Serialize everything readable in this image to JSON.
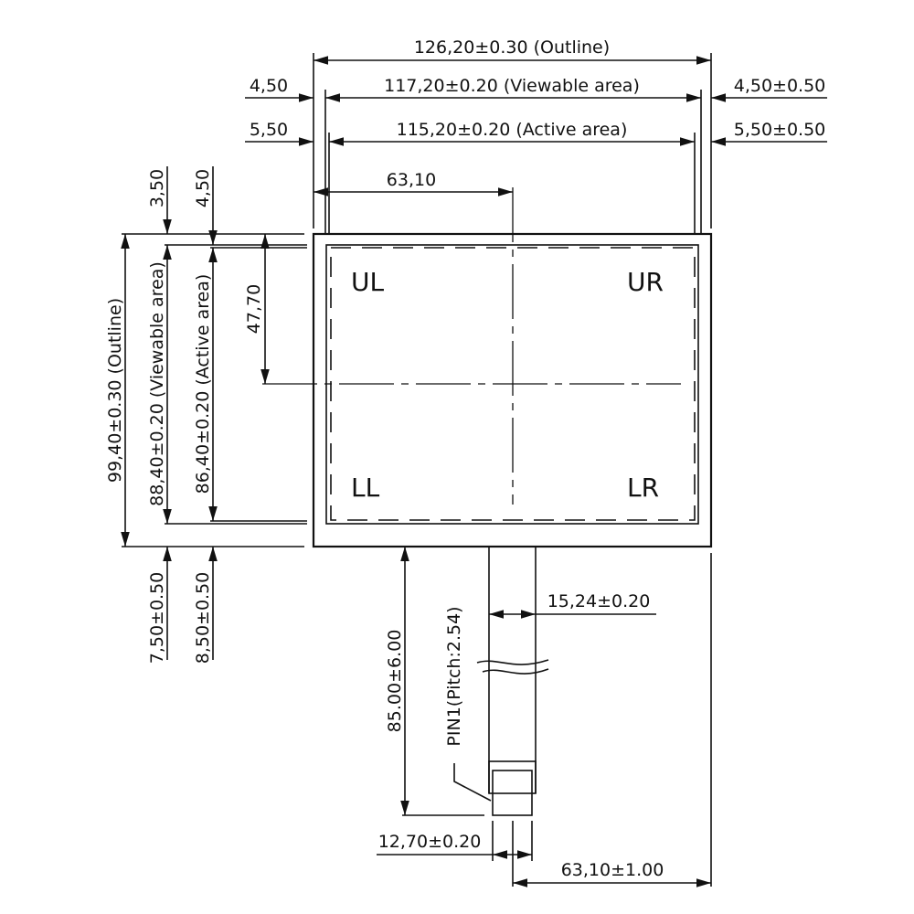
{
  "dims": {
    "outline_w": "126,20±0.30 (Outline)",
    "viewable_w": "117,20±0.20 (Viewable area)",
    "active_w": "115,20±0.20 (Active area)",
    "left_view_margin": "4,50",
    "right_view_margin": "4,50±0.50",
    "left_active_margin": "5,50",
    "right_active_margin": "5,50±0.50",
    "center_x": "63,10",
    "top_view_margin": "3,50",
    "top_active_margin": "4,50",
    "outline_h": "99,40±0.30 (Outline)",
    "viewable_h": "88,40±0.20 (Viewable area)",
    "active_h": "86,40±0.20 (Active area)",
    "center_y": "47,70",
    "bottom_view_margin": "7,50±0.50",
    "bottom_active_margin": "8,50±0.50",
    "fpc_width": "15,24±0.20",
    "fpc_length": "85.00±6.00",
    "pin1": "PIN1(Pitch:2.54)",
    "connector_width": "12,70±0.20",
    "connector_offset": "63,10±1.00"
  },
  "corners": {
    "ul": "UL",
    "ur": "UR",
    "ll": "LL",
    "lr": "LR"
  }
}
